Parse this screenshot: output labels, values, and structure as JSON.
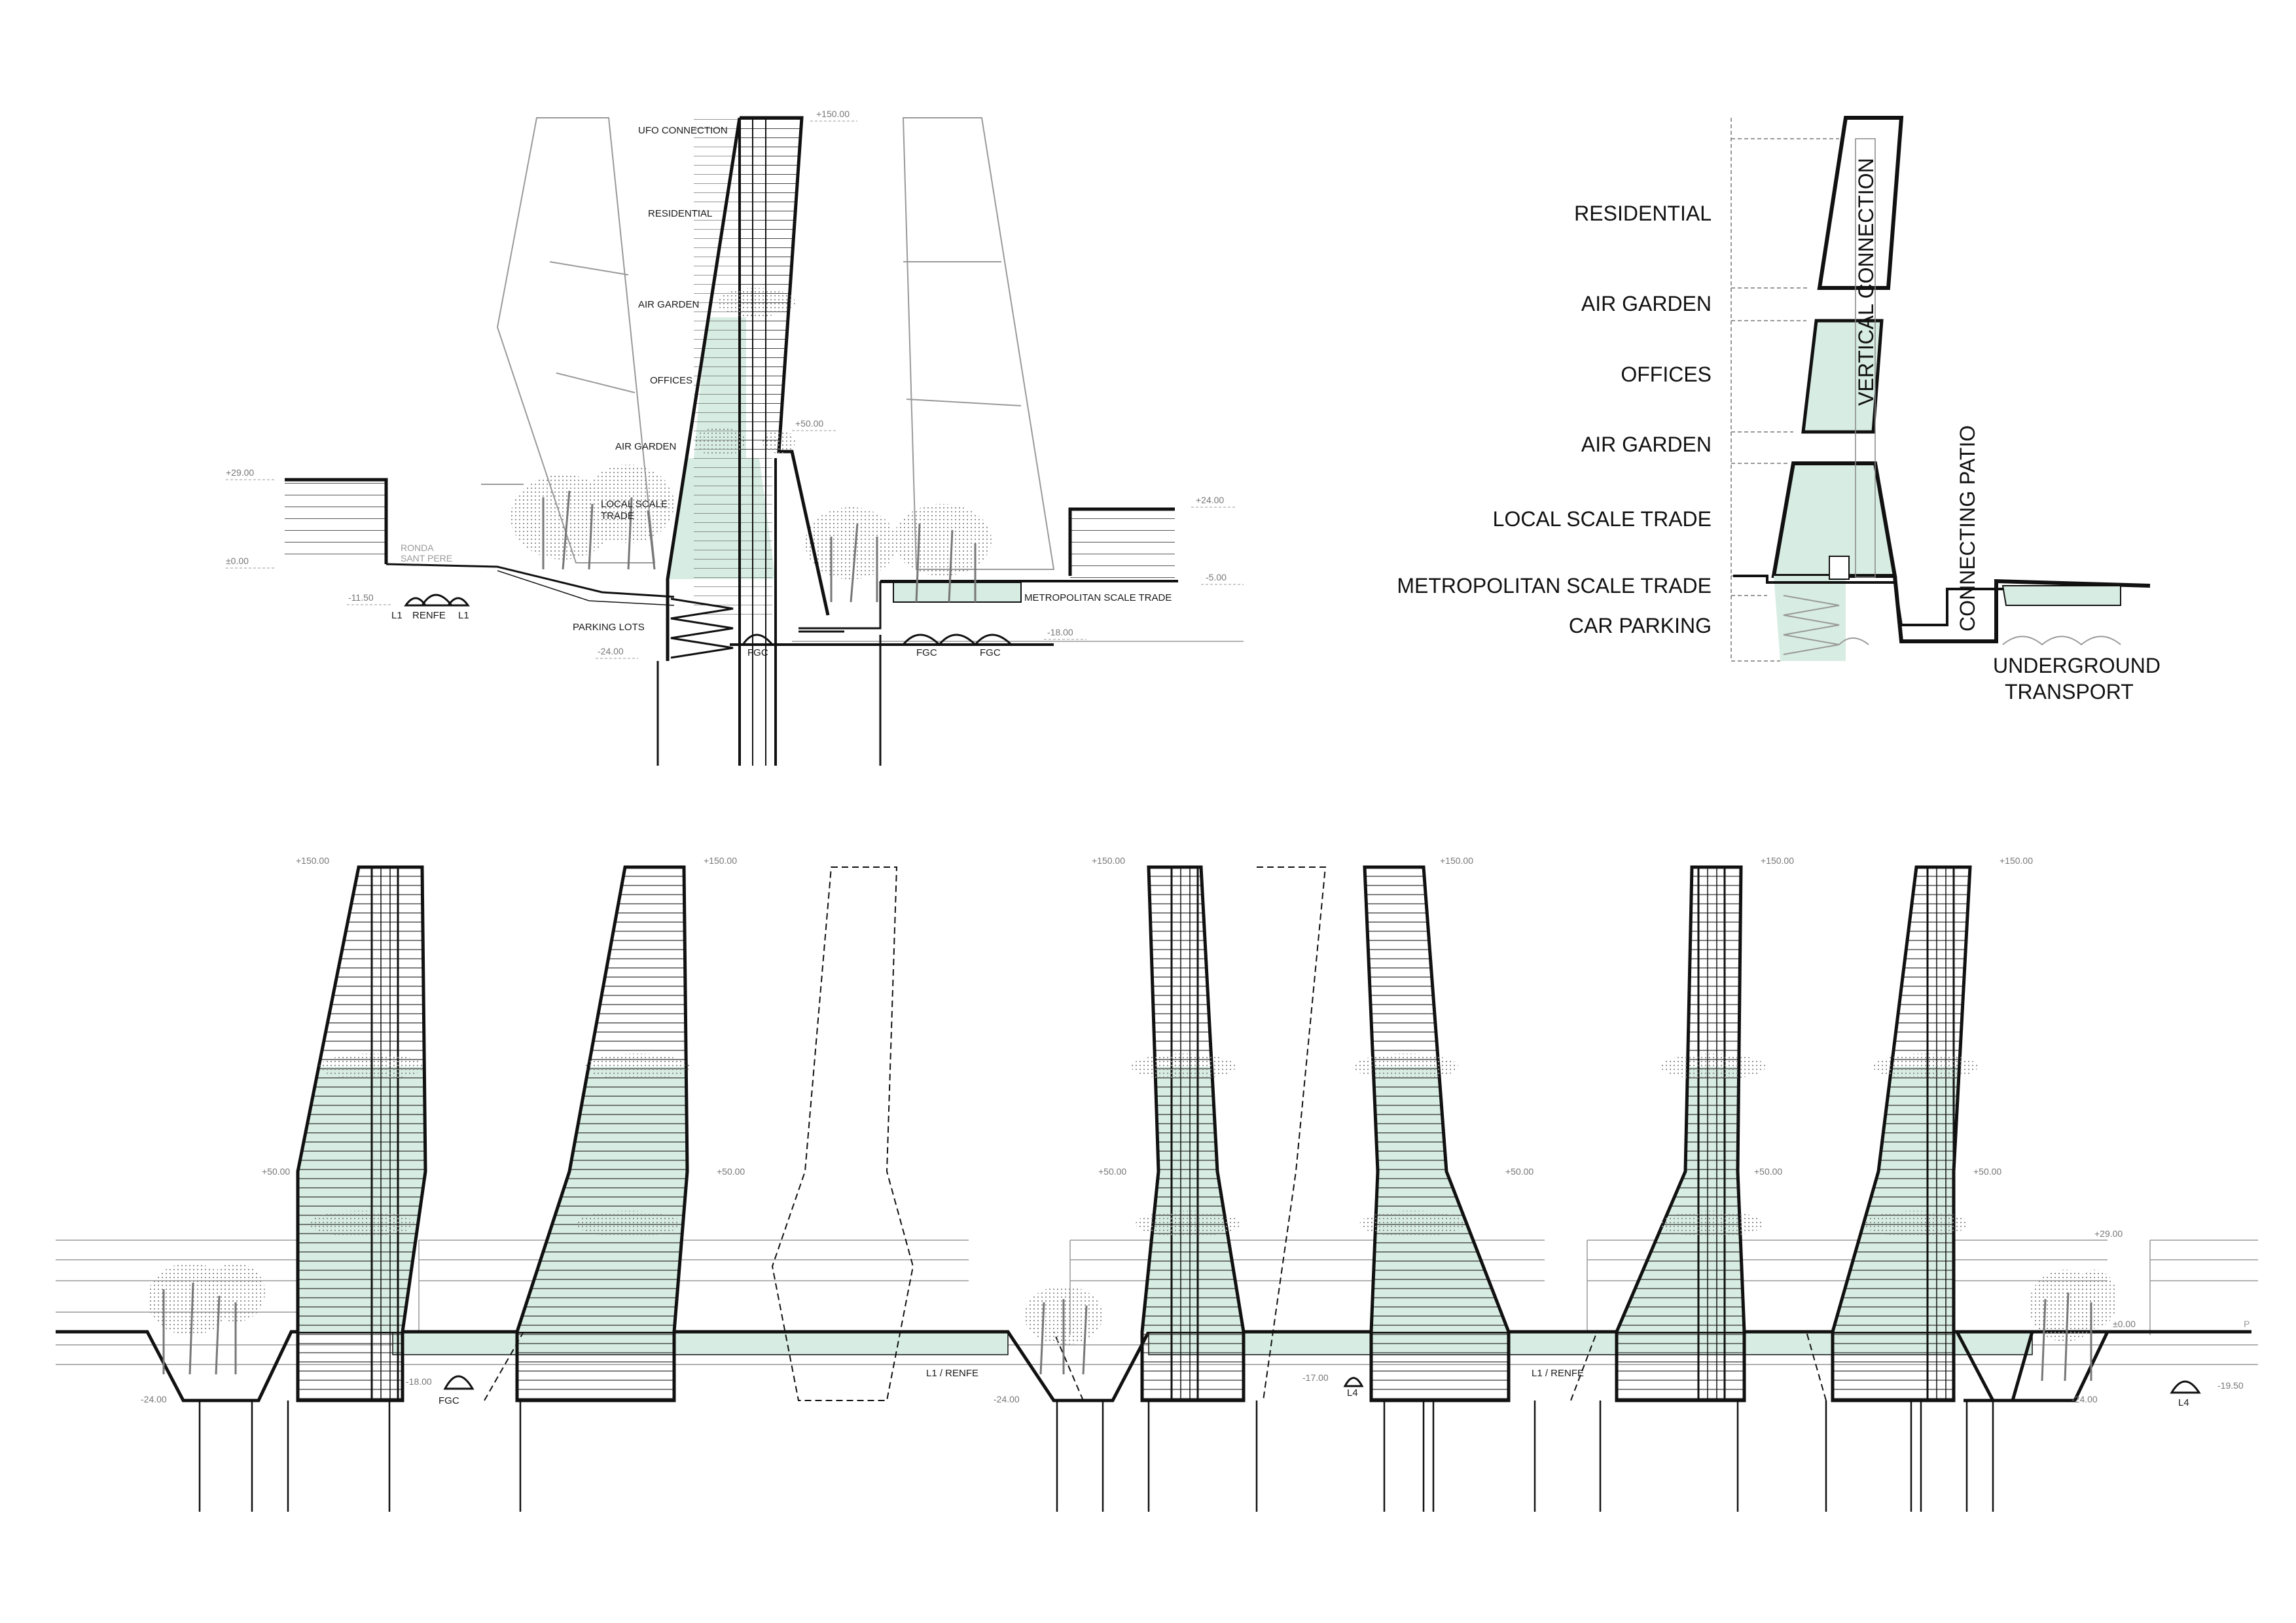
{
  "section_main": {
    "program_labels": {
      "ufo_connection": "UFO CONNECTION",
      "residential": "RESIDENTIAL",
      "air_garden_upper": "AIR GARDEN",
      "offices": "OFFICES",
      "air_garden_lower": "AIR GARDEN",
      "local_scale_trade_1": "LOCAL SCALE",
      "local_scale_trade_2": "TRADE",
      "parking_lots": "PARKING LOTS",
      "metropolitan_scale_trade": "METROPOLITAN SCALE TRADE"
    },
    "street_label_1": "RONDA",
    "street_label_2": "SANT PERE",
    "tunnels": {
      "l1_left": "L1",
      "renfe": "RENFE",
      "l1_right": "L1",
      "fgc_1": "FGC",
      "fgc_2": "FGC",
      "fgc_3": "FGC"
    },
    "levels": {
      "top": "+150.00",
      "mid": "+50.00",
      "left_bldg": "+29.00",
      "right_bldg": "+24.00",
      "ground": "±0.00",
      "metro_trade": "-5.00",
      "tunnel_left": "-11.50",
      "fgc": "-18.00",
      "parking": "-24.00"
    }
  },
  "diagram_legend": {
    "residential": "RESIDENTIAL",
    "air_garden_1": "AIR GARDEN",
    "offices": "OFFICES",
    "air_garden_2": "AIR GARDEN",
    "local_scale_trade": "LOCAL SCALE TRADE",
    "metropolitan_scale_trade": "METROPOLITAN SCALE TRADE",
    "car_parking": "CAR PARKING",
    "vertical_connection": "VERTICAL CONNECTION",
    "connecting_patio": "CONNECTING PATIO",
    "underground_1": "UNDERGROUND",
    "underground_2": "TRANSPORT"
  },
  "section_long": {
    "levels": {
      "t1_top": "+150.00",
      "t2_top": "+150.00",
      "t3_top": "+150.00",
      "t4_top": "+150.00",
      "t5_top": "+150.00",
      "t6_top": "+150.00",
      "t1_mid": "+50.00",
      "t2_mid": "+50.00",
      "t3_mid": "+50.00",
      "t4_mid": "+50.00",
      "t5_mid": "+50.00",
      "t6_mid": "+50.00",
      "left_bottom": "-24.00",
      "mid_bottom": "-24.00",
      "right_bottom": "-24.00",
      "fgc": "-18.00",
      "l4_left": "-17.00",
      "l4_right": "-19.50",
      "right_bldg": "+29.00",
      "ground": "±0.00"
    },
    "tunnels": {
      "fgc": "FGC",
      "l4_a": "L4",
      "l4_b": "L4",
      "l1_renfe_a": "L1 / RENFE",
      "l1_renfe_b": "L1 / RENFE"
    },
    "edge_letter": "P"
  },
  "colors": {
    "green_fill": "#d7ece2",
    "line": "#111111",
    "light_line": "#999999",
    "tree": "#7a7a7a"
  }
}
